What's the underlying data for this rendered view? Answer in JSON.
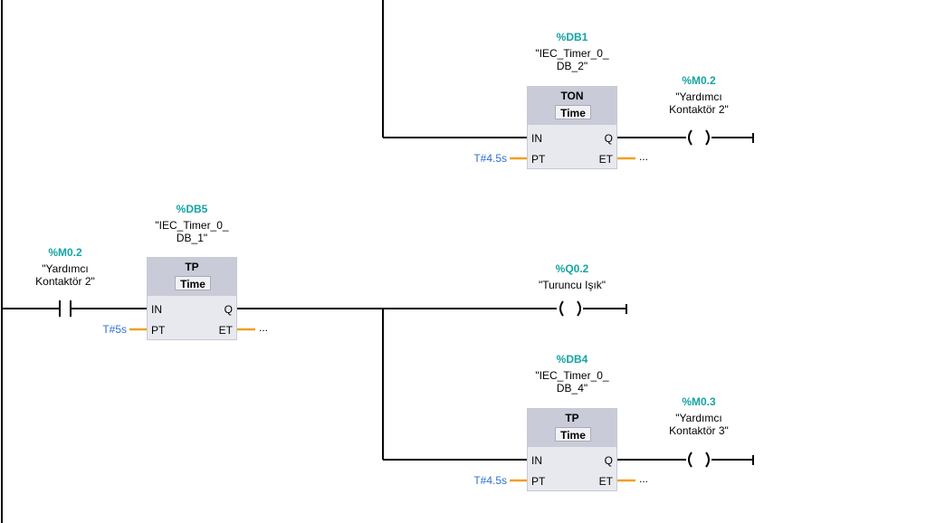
{
  "network": {
    "timers": [
      {
        "id": "timer-db1",
        "instance_addr": "%DB1",
        "instance_tag_line1": "\"IEC_Timer_0_",
        "instance_tag_line2": "DB_2\"",
        "type": "TON",
        "time_label": "Time",
        "in": "IN",
        "pt": "PT",
        "q": "Q",
        "et": "ET",
        "pt_value": "T#4.5s",
        "et_value": "..."
      },
      {
        "id": "timer-db5",
        "instance_addr": "%DB5",
        "instance_tag_line1": "\"IEC_Timer_0_",
        "instance_tag_line2": "DB_1\"",
        "type": "TP",
        "time_label": "Time",
        "in": "IN",
        "pt": "PT",
        "q": "Q",
        "et": "ET",
        "pt_value": "T#5s",
        "et_value": "..."
      },
      {
        "id": "timer-db4",
        "instance_addr": "%DB4",
        "instance_tag_line1": "\"IEC_Timer_0_",
        "instance_tag_line2": "DB_4\"",
        "type": "TP",
        "time_label": "Time",
        "in": "IN",
        "pt": "PT",
        "q": "Q",
        "et": "ET",
        "pt_value": "T#4.5s",
        "et_value": "..."
      }
    ],
    "contact": {
      "addr": "%M0.2",
      "tag_line1": "\"Yardımcı",
      "tag_line2": "Kontaktör 2\""
    },
    "coils": [
      {
        "id": "coil-m02",
        "addr": "%M0.2",
        "tag_line1": "\"Yardımcı",
        "tag_line2": "Kontaktör 2\""
      },
      {
        "id": "coil-q02",
        "addr": "%Q0.2",
        "tag_line1": "\"Turuncu Işık\"",
        "tag_line2": ""
      },
      {
        "id": "coil-m03",
        "addr": "%M0.3",
        "tag_line1": "\"Yardımcı",
        "tag_line2": "Kontaktör 3\""
      }
    ]
  }
}
